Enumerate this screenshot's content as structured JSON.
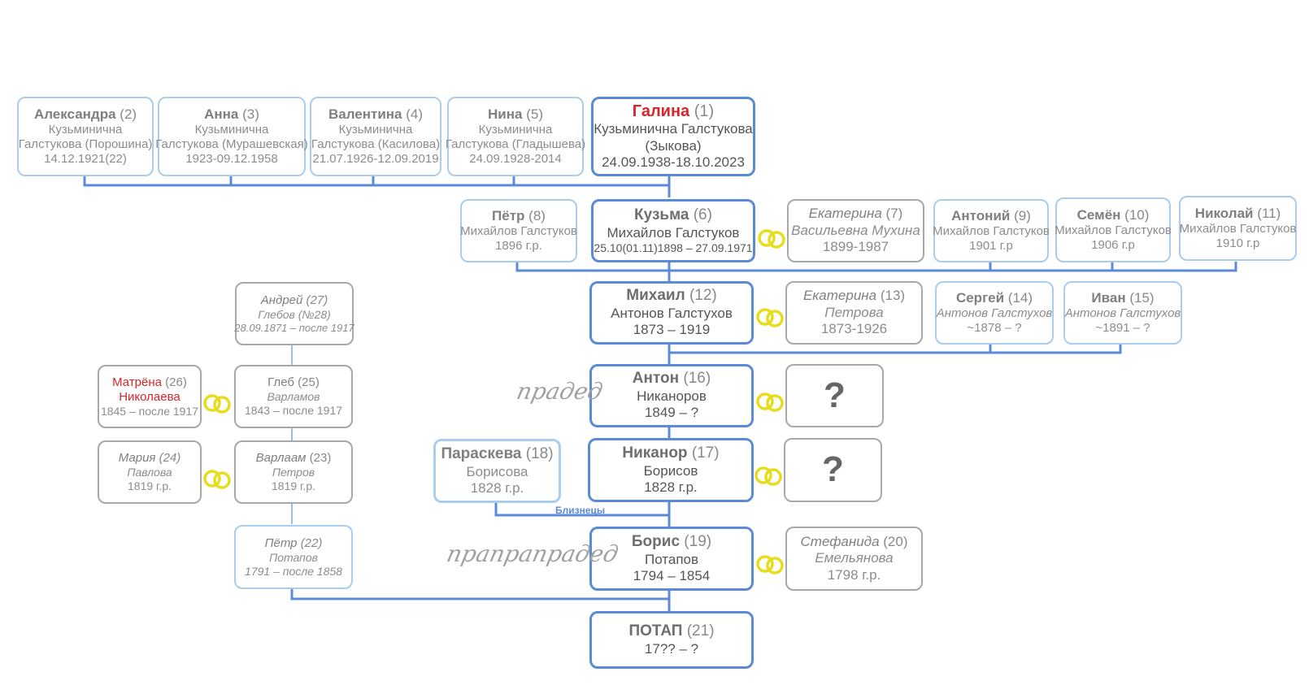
{
  "persons": {
    "p1": {
      "name": "Галина",
      "num": "(1)",
      "line2": "Кузьминична Галстукова",
      "line3": "(Зыкова)",
      "line4": "24.09.1938-18.10.2023"
    },
    "p2": {
      "name": "Александра",
      "num": "(2)",
      "line2": "Кузьминична",
      "line3": "Галстукова (Порошина)",
      "line4": "14.12.1921(22)"
    },
    "p3": {
      "name": "Анна",
      "num": "(3)",
      "line2": "Кузьминична",
      "line3": "Галстукова (Мурашевская)",
      "line4": "1923-09.12.1958"
    },
    "p4": {
      "name": "Валентина",
      "num": "(4)",
      "line2": "Кузьминична",
      "line3": "Галстукова (Касилова)",
      "line4": "21.07.1926-12.09.2019"
    },
    "p5": {
      "name": "Нина",
      "num": "(5)",
      "line2": "Кузьминична",
      "line3": "Галстукова (Гладышева)",
      "line4": "24.09.1928-2014"
    },
    "p6": {
      "name": "Кузьма",
      "num": "(6)",
      "line2": "Михайлов Галстуков",
      "line3": "25.10(01.11)1898 – 27.09.1971"
    },
    "p7": {
      "name": "Екатерина",
      "num": "(7)",
      "line2": "Васильевна Мухина",
      "line3": "1899-1987"
    },
    "p8": {
      "name": "Пётр",
      "num": "(8)",
      "line2": "Михайлов Галстуков",
      "line3": "1896 г.р."
    },
    "p9": {
      "name": "Антоний",
      "num": "(9)",
      "line2": "Михайлов Галстуков",
      "line3": "1901 г.р"
    },
    "p10": {
      "name": "Семён",
      "num": "(10)",
      "line2": "Михайлов Галстуков",
      "line3": "1906 г.р"
    },
    "p11": {
      "name": "Николай",
      "num": "(11)",
      "line2": "Михайлов Галстуков",
      "line3": "1910 г.р"
    },
    "p12": {
      "name": "Михаил",
      "num": "(12)",
      "line2": "Антонов Галстухов",
      "line3": "1873 – 1919"
    },
    "p13": {
      "name": "Екатерина",
      "num": "(13)",
      "line2": "Петрова",
      "line3": "1873-1926"
    },
    "p14": {
      "name": "Сергей",
      "num": "(14)",
      "line2": "Антонов Галстухов",
      "line3": "~1878 – ?"
    },
    "p15": {
      "name": "Иван",
      "num": "(15)",
      "line2": "Антонов Галстухов",
      "line3": "~1891 – ?"
    },
    "p16": {
      "name": "Антон",
      "num": "(16)",
      "line2": "Никаноров",
      "line3": "1849 – ?"
    },
    "p16w": {
      "q": "?"
    },
    "p17": {
      "name": "Никанор",
      "num": "(17)",
      "line2": "Борисов",
      "line3": "1828 г.р."
    },
    "p17w": {
      "q": "?"
    },
    "p18": {
      "name": "Параскева",
      "num": "(18)",
      "line2": "Борисова",
      "line3": "1828 г.р."
    },
    "p19": {
      "name": "Борис",
      "num": "(19)",
      "line2": "Потапов",
      "line3": "1794 – 1854"
    },
    "p20": {
      "name": "Стефанида",
      "num": "(20)",
      "line2": "Емельянова",
      "line3": "1798 г.р."
    },
    "p21": {
      "name": "ПОТАП",
      "num": "(21)",
      "line2": "17?? – ?"
    },
    "p22": {
      "name": "Пётр",
      "num": "(22)",
      "line2": "Потапов",
      "line3": "1791 – после 1858"
    },
    "p23": {
      "name": "Варлаам",
      "num": "(23)",
      "line2": "Петров",
      "line3": "1819 г.р."
    },
    "p24": {
      "name": "Мария",
      "num": "(24)",
      "line2": "Павлова",
      "line3": "1819 г.р."
    },
    "p25": {
      "name": "Глеб",
      "num": "(25)",
      "line2": "Варламов",
      "line3": "1843 – после 1917"
    },
    "p26": {
      "name": "Матрёна",
      "num": "(26)",
      "line2": "Николаева",
      "line3": "1845 – после 1917"
    },
    "p27": {
      "name": "Андрей",
      "num": "(27)",
      "line2": "Глебов (№28)",
      "line3": "28.09.1871 – после 1917"
    }
  },
  "labels": {
    "praded": "прадед",
    "prapraprapraded": "прапрапрадед",
    "twins": "Близнецы"
  },
  "colors": {
    "main_border": "#5b8bd8",
    "sibling_border": "#a9cdef",
    "spouse_border": "#a8a8a8",
    "highlight_name": "#d9252a",
    "ring": "#e6dd1c"
  }
}
